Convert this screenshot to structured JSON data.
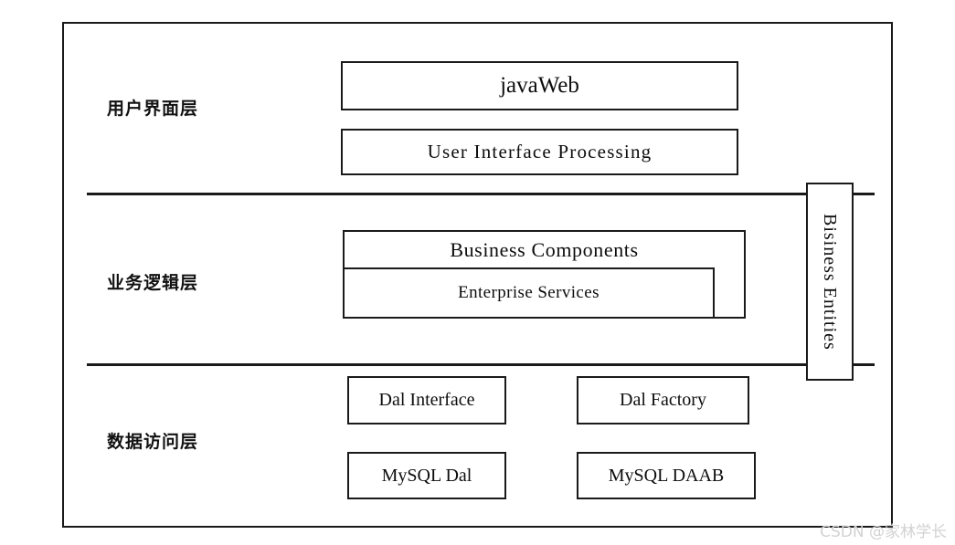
{
  "diagram": {
    "title": "Three-Tier Architecture Diagram",
    "background_color": "#ffffff",
    "line_color": "#1a1a1a",
    "layers": [
      {
        "id": "presentation",
        "label": "用户界面层",
        "nodes": [
          {
            "id": "javaweb",
            "label": "javaWeb"
          },
          {
            "id": "ui-processing",
            "label": "User  Interface  Processing"
          }
        ]
      },
      {
        "id": "business",
        "label": "业务逻辑层",
        "nodes": [
          {
            "id": "business-components",
            "label": "Business   Components"
          },
          {
            "id": "enterprise-services",
            "label": "Enterprise Services"
          }
        ]
      },
      {
        "id": "data-access",
        "label": "数据访问层",
        "nodes": [
          {
            "id": "dal-interface",
            "label": "Dal Interface"
          },
          {
            "id": "dal-factory",
            "label": "Dal Factory"
          },
          {
            "id": "mysql-dal",
            "label": "MySQL Dal"
          },
          {
            "id": "mysql-daab",
            "label": "MySQL DAAB"
          }
        ]
      }
    ],
    "side_bar": {
      "id": "business-entities",
      "label": "Bisiness Entities",
      "orientation": "vertical"
    }
  },
  "watermark": {
    "text": "CSDN @家林学长"
  }
}
